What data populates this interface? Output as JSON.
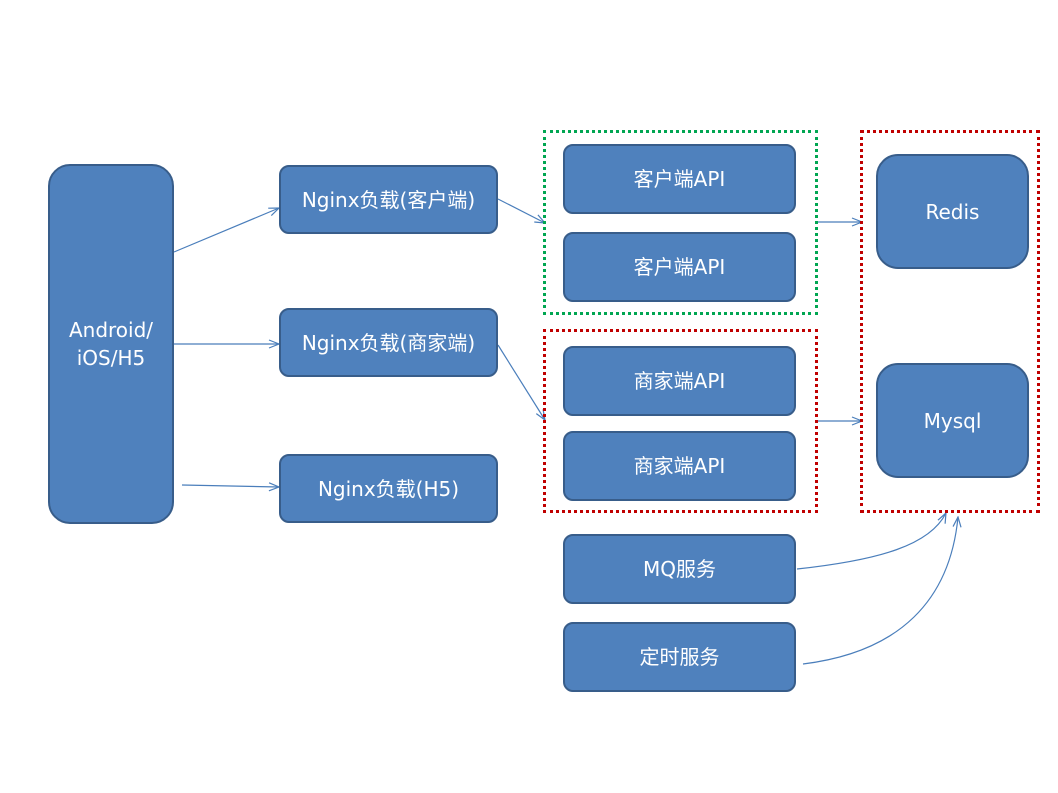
{
  "nodes": {
    "client": "Android/\niOS/H5",
    "nginx_customer": "Nginx负载(客户端)",
    "nginx_merchant": "Nginx负载(商家端)",
    "nginx_h5": "Nginx负载(H5)",
    "customer_api_1": "客户端API",
    "customer_api_2": "客户端API",
    "merchant_api_1": "商家端API",
    "merchant_api_2": "商家端API",
    "mq_service": "MQ服务",
    "scheduled_service": "定时服务",
    "redis": "Redis",
    "mysql": "Mysql"
  },
  "groups": {
    "customer_api_group": {
      "border_color": "#00a651"
    },
    "merchant_api_group": {
      "border_color": "#c00000"
    },
    "storage_group": {
      "border_color": "#c00000"
    }
  },
  "colors": {
    "node_fill": "#4f81bd",
    "node_border": "#385d8a",
    "edge": "#4a7ebb"
  },
  "edges": [
    {
      "from": "client",
      "to": "nginx_customer"
    },
    {
      "from": "client",
      "to": "nginx_merchant"
    },
    {
      "from": "client",
      "to": "nginx_h5"
    },
    {
      "from": "nginx_customer",
      "to": "customer_api_group"
    },
    {
      "from": "nginx_merchant",
      "to": "merchant_api_group"
    },
    {
      "from": "customer_api_group",
      "to": "redis"
    },
    {
      "from": "merchant_api_group",
      "to": "mysql"
    },
    {
      "from": "mq_service",
      "to": "storage_group"
    },
    {
      "from": "scheduled_service",
      "to": "storage_group"
    }
  ]
}
